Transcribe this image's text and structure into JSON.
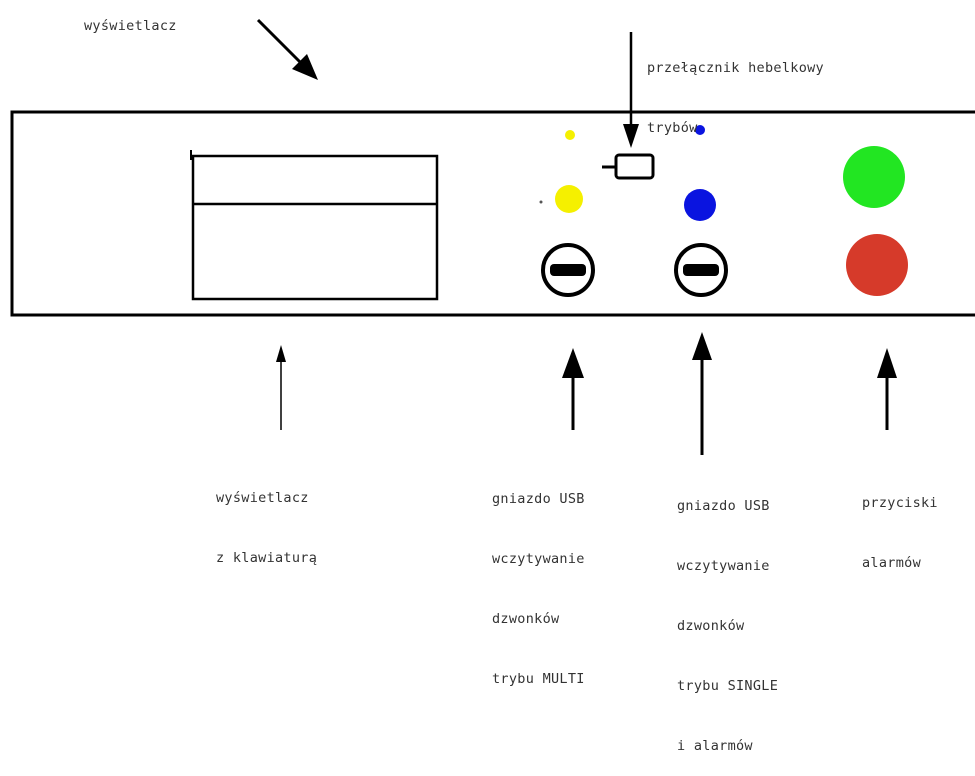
{
  "labels": {
    "display_top": "wyświetlacz",
    "toggle_switch": [
      "przełącznik hebelkowy",
      "trybów"
    ],
    "display_keyboard": [
      "wyświetlacz",
      "z klawiaturą"
    ],
    "usb_multi": [
      "gniazdo USB",
      "wczytywanie",
      "dzwonków",
      "trybu MULTI"
    ],
    "usb_single": [
      "gniazdo USB",
      "wczytywanie",
      "dzwonków",
      "trybu SINGLE",
      "i alarmów"
    ],
    "alarm_buttons": [
      "przyciski",
      "alarmów"
    ]
  },
  "colors": {
    "outline": "#000000",
    "text": "#333333",
    "led_yellow": "#f5f000",
    "led_blue": "#0a14e0",
    "alarm_green": "#22e622",
    "alarm_red": "#d63a2a"
  }
}
